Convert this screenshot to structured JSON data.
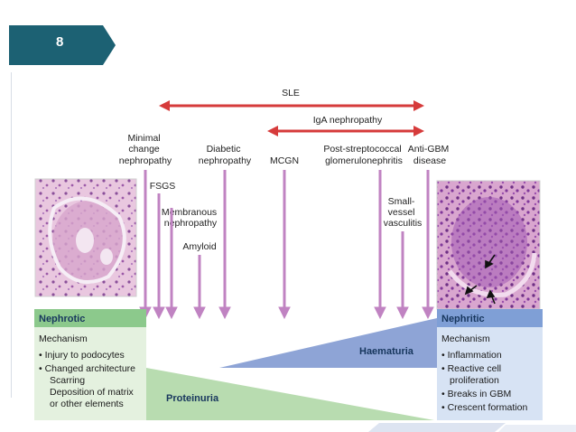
{
  "page_number": "8",
  "colors": {
    "badge": "#1c6173",
    "red_arrow": "#d63b3b",
    "purple_arrow": "#c083c2",
    "nephrotic_header": "#8cc98c",
    "nephrotic_body": "#e4f1df",
    "nephritic_header": "#7f9fd6",
    "nephritic_body": "#d7e3f4",
    "haematuria": "#8ea4d6",
    "proteinuria": "#b8dcb0"
  },
  "spans": [
    {
      "label": "SLE"
    },
    {
      "label": "IgA nephropathy"
    }
  ],
  "diseases": [
    {
      "lines": [
        "Minimal",
        "change",
        "nephropathy"
      ]
    },
    {
      "lines": [
        "FSGS"
      ]
    },
    {
      "lines": [
        "Membranous",
        "nephropathy"
      ]
    },
    {
      "lines": [
        "Amyloid"
      ]
    },
    {
      "lines": [
        "Diabetic",
        "nephropathy"
      ]
    },
    {
      "lines": [
        "MCGN"
      ]
    },
    {
      "lines": [
        "Post-streptococcal",
        "glomerulonephritis"
      ]
    },
    {
      "lines": [
        "Small-",
        "vessel",
        "vasculitis"
      ]
    },
    {
      "lines": [
        "Anti-GBM",
        "disease"
      ]
    }
  ],
  "nephrotic": {
    "title": "Nephrotic",
    "mechanism": "Mechanism",
    "items": [
      "• Injury to podocytes",
      "• Changed architecture",
      "Scarring",
      "Deposition of matrix",
      "or other elements"
    ]
  },
  "nephritic": {
    "title": "Nephritic",
    "mechanism": "Mechanism",
    "items": [
      "• Inflammation",
      "• Reactive cell",
      "proliferation",
      "• Breaks in GBM",
      "• Crescent formation"
    ]
  },
  "gradients": {
    "haematuria": "Haematuria",
    "proteinuria": "Proteinuria"
  }
}
